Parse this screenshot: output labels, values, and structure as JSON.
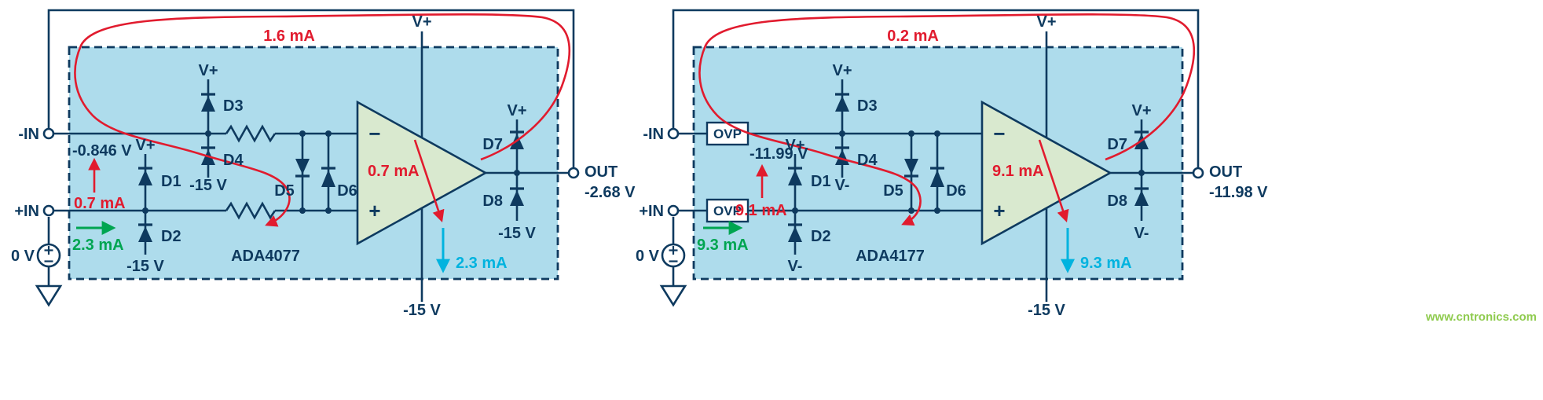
{
  "watermark": "www.cntronics.com",
  "palette": {
    "wire_navy": "#0e3a5f",
    "ic_fill": "#aedcec",
    "opamp_fill": "#d9e9cf",
    "current_red": "#e11b2e",
    "current_green": "#00a551",
    "current_cyan": "#00b3df",
    "watermark_green": "#8fcb4f"
  },
  "circuits": {
    "left": {
      "chip": "ADA4077",
      "loop_current": "1.6 mA",
      "supply_top": "V+",
      "supply_bottom": "-15 V",
      "neg_input": {
        "label": "-IN",
        "voltage": "-0.846 V",
        "current": "0.7 mA"
      },
      "pos_input": {
        "label": "+IN",
        "current": "2.3 mA"
      },
      "source_voltage": "0 V",
      "diodes": {
        "d1": {
          "label": "D1",
          "rail": "V+"
        },
        "d2": {
          "label": "D2",
          "rail": "-15 V"
        },
        "d3": {
          "label": "D3",
          "rail": "V+"
        },
        "d4": {
          "label": "D4",
          "rail": "-15 V"
        },
        "d5": {
          "label": "D5"
        },
        "d6": {
          "label": "D6"
        },
        "d7": {
          "label": "D7",
          "rail": "V+"
        },
        "d8": {
          "label": "D8",
          "rail": "-15 V"
        }
      },
      "opamp": {
        "minus": "−",
        "plus": "+",
        "current": "0.7 mA"
      },
      "output": {
        "label": "OUT",
        "voltage": "-2.68 V",
        "current": "2.3 mA"
      }
    },
    "right": {
      "chip": "ADA4177",
      "loop_current": "0.2 mA",
      "supply_top": "V+",
      "supply_bottom": "-15 V",
      "ovp_label": "OVP",
      "neg_input": {
        "label": "-IN",
        "voltage": "-11.99 V",
        "current": "9.1 mA"
      },
      "pos_input": {
        "label": "+IN",
        "current": "9.3 mA"
      },
      "source_voltage": "0 V",
      "diodes": {
        "d1": {
          "label": "D1",
          "rail": "V+"
        },
        "d2": {
          "label": "D2",
          "rail": "V-"
        },
        "d3": {
          "label": "D3",
          "rail": "V+"
        },
        "d4": {
          "label": "D4",
          "rail": "V-"
        },
        "d5": {
          "label": "D5"
        },
        "d6": {
          "label": "D6"
        },
        "d7": {
          "label": "D7",
          "rail": "V+"
        },
        "d8": {
          "label": "D8",
          "rail": "V-"
        }
      },
      "opamp": {
        "minus": "−",
        "plus": "+",
        "current": "9.1 mA"
      },
      "output": {
        "label": "OUT",
        "voltage": "-11.98 V",
        "current": "9.3 mA"
      }
    }
  }
}
